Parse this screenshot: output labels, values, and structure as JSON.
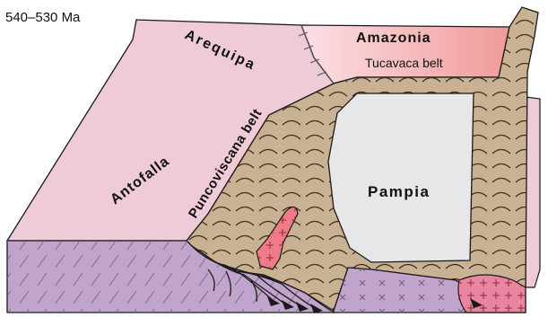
{
  "labels": {
    "age": "540–530 Ma",
    "arequipa": "Arequipa",
    "amazonia": "Amazonia",
    "tucavaca_belt": "Tucavaca belt",
    "puncoviscana_belt": "Puncoviscana belt",
    "antofalla": "Antofalla",
    "pampia": "Pampia"
  },
  "colors": {
    "antofalla_surface": "#efcad7",
    "amazonia_surface": "#f4a9a6",
    "belt_fill": "#c9b193",
    "pampia_fill": "#e7e6e9",
    "crust_side": "#c0a4cc",
    "granite": "#ef7b86",
    "outline": "#1a1a1a"
  }
}
